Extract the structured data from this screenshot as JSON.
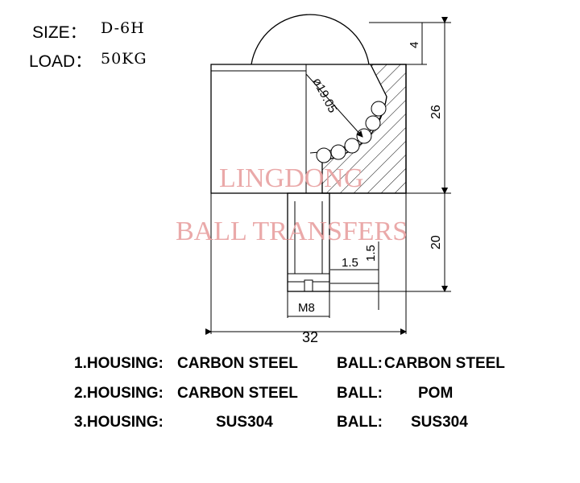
{
  "specs": {
    "size_label": "SIZE：",
    "size_value": "D-6H",
    "load_label": "LOAD：",
    "load_value": "50KG"
  },
  "dimensions": {
    "ball_diameter": "ø19.05",
    "ball_protrusion": "4",
    "body_height": "26",
    "stud_height": "20",
    "slot_width": "1.5",
    "slot_depth": "1.5",
    "thread": "M8",
    "overall_width": "32"
  },
  "watermark": {
    "line1": "LINGDONG",
    "line2": "BALL TRANSFERS"
  },
  "materials": [
    {
      "num": "1.HOUSING:",
      "housing": "CARBON STEEL",
      "ball_label": "BALL:",
      "ball": "CARBON STEEL"
    },
    {
      "num": "2.HOUSING:",
      "housing": "CARBON STEEL",
      "ball_label": "BALL:",
      "ball": "POM"
    },
    {
      "num": "3.HOUSING:",
      "housing": "SUS304",
      "ball_label": "BALL:",
      "ball": "SUS304"
    }
  ],
  "colors": {
    "line": "#000000",
    "watermark": "#e8a0a0"
  }
}
